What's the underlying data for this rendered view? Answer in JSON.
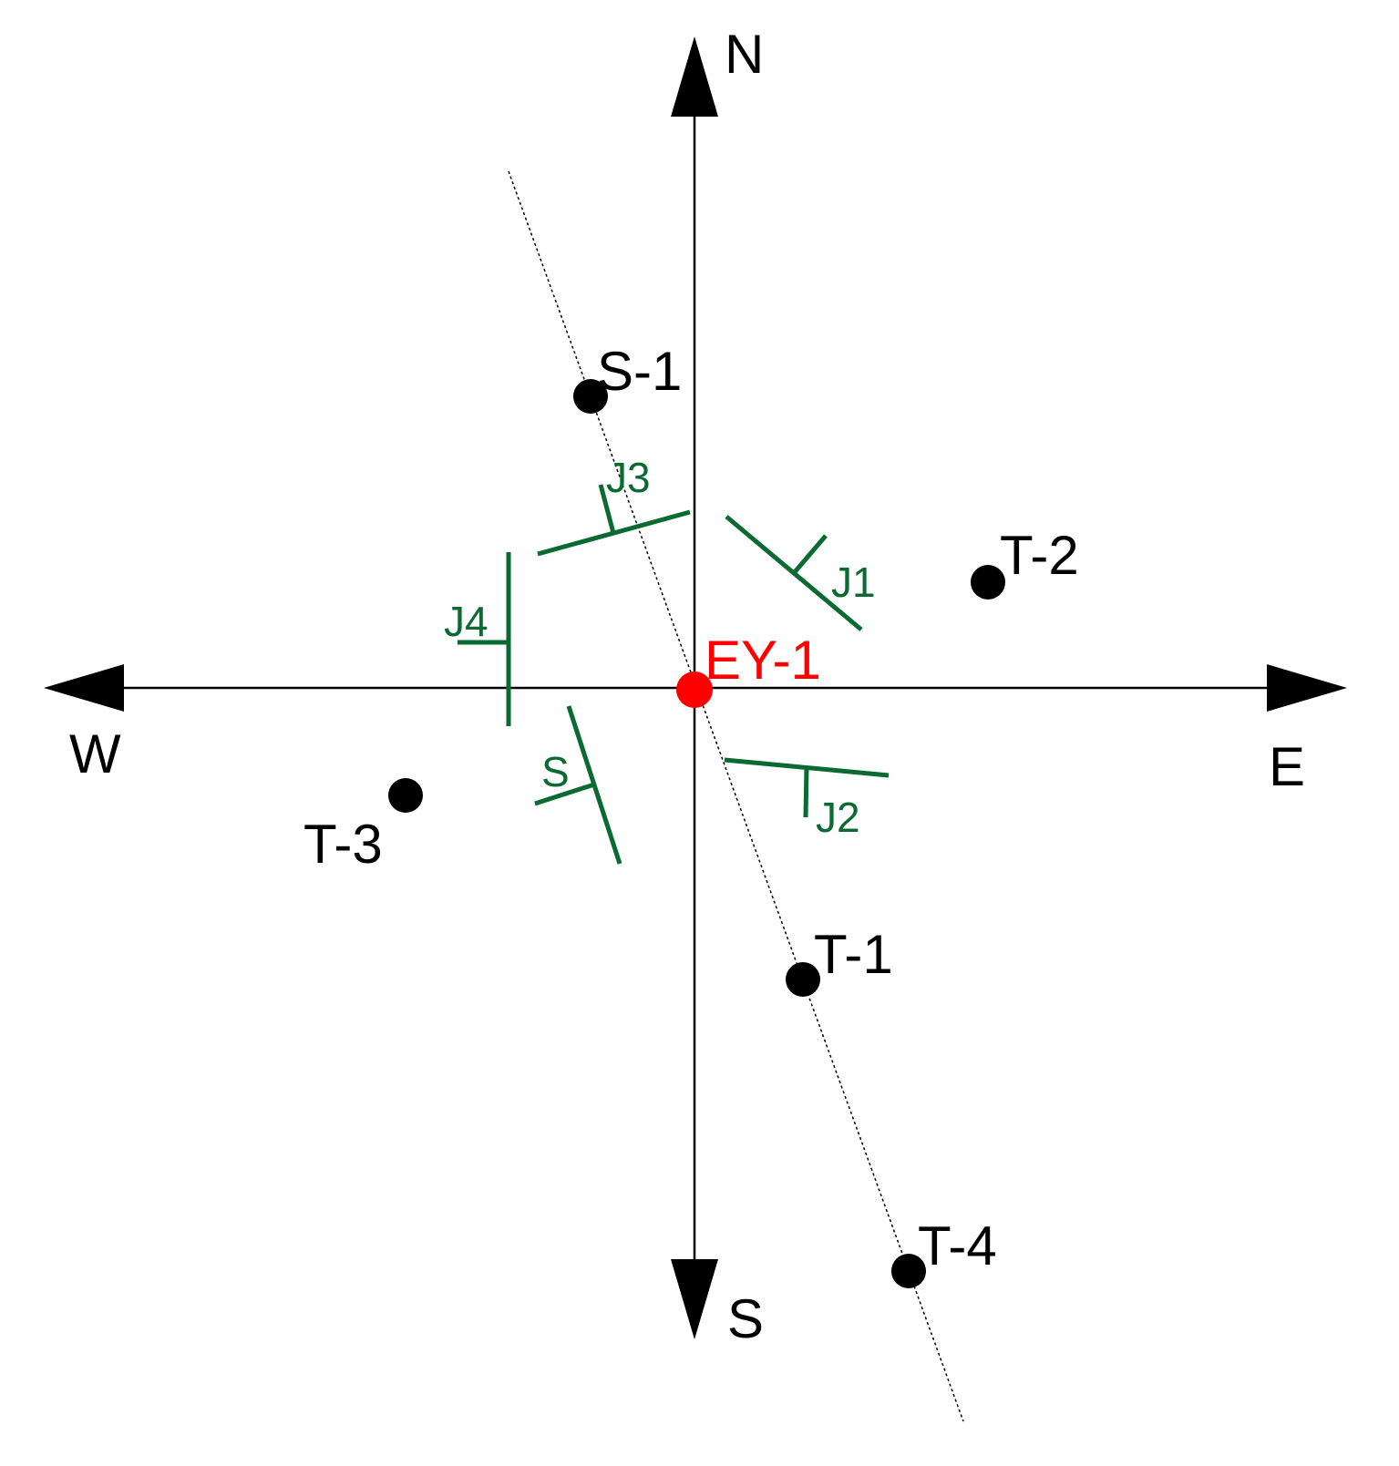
{
  "compass": {
    "north": "N",
    "south": "S",
    "east": "E",
    "west": "W"
  },
  "center": {
    "label": "EY-1"
  },
  "points": [
    {
      "id": "s1",
      "label": "S-1"
    },
    {
      "id": "t1",
      "label": "T-1"
    },
    {
      "id": "t2",
      "label": "T-2"
    },
    {
      "id": "t3",
      "label": "T-3"
    },
    {
      "id": "t4",
      "label": "T-4"
    }
  ],
  "planes": [
    {
      "id": "j1",
      "label": "J1"
    },
    {
      "id": "j2",
      "label": "J2"
    },
    {
      "id": "j3",
      "label": "J3"
    },
    {
      "id": "j4",
      "label": "J4"
    },
    {
      "id": "s",
      "label": "S"
    }
  ],
  "colors": {
    "axis": "#000000",
    "planes": "#0a6a32",
    "center": "#ff0000",
    "points": "#000000"
  }
}
